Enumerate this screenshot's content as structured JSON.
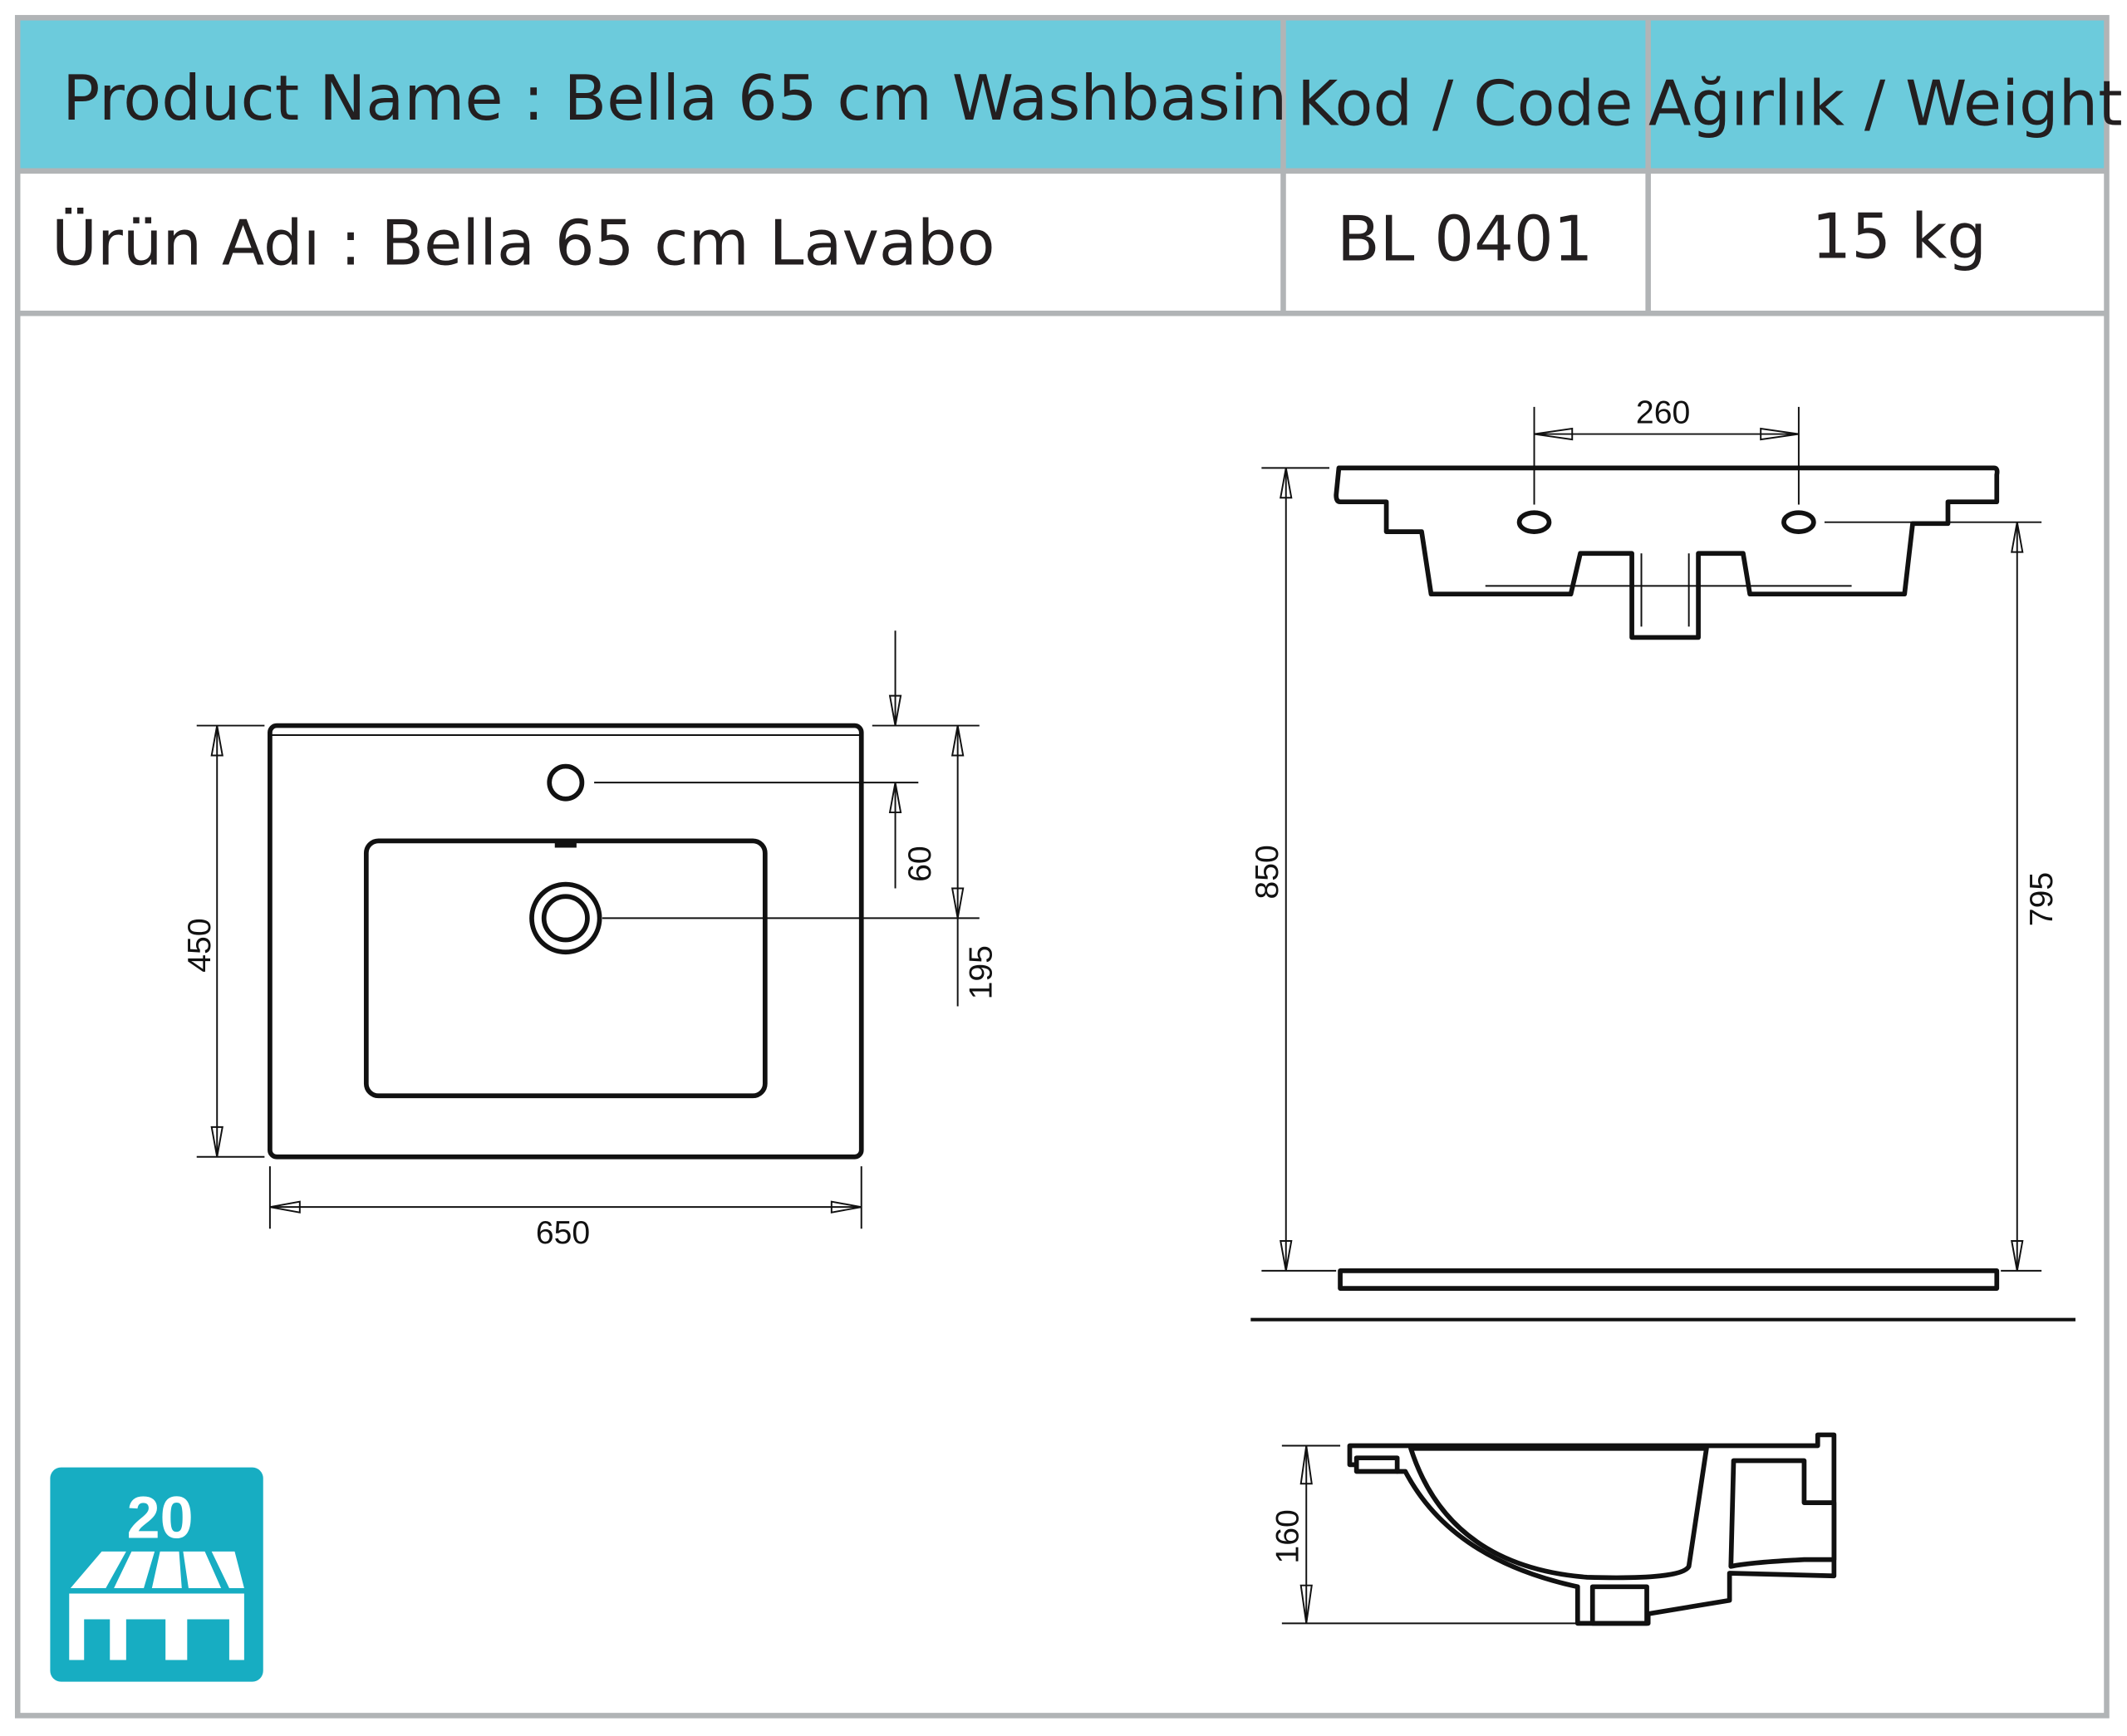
{
  "header": {
    "product_name_en": "Product Name : Bella 65 cm Washbasin",
    "code_label": "Kod / Code",
    "weight_label": "Ağırlık / Weight",
    "product_name_tr": "Ürün Adı : Bella 65 cm Lavabo",
    "code_value": "BL 0401",
    "weight_value": "15 kg"
  },
  "dimensions": {
    "top_depth": "450",
    "top_width": "650",
    "tap_hole_offset": "60",
    "drain_offset": "195",
    "tap_spacing": "260",
    "total_height": "850",
    "mount_height": "795",
    "basin_height": "160"
  },
  "pallet": {
    "quantity": "20",
    "icon": "pallet-icon"
  },
  "colors": {
    "header_bg": "#6ccbdc",
    "border": "#b1b4b6",
    "pallet_bg": "#17adc2"
  }
}
